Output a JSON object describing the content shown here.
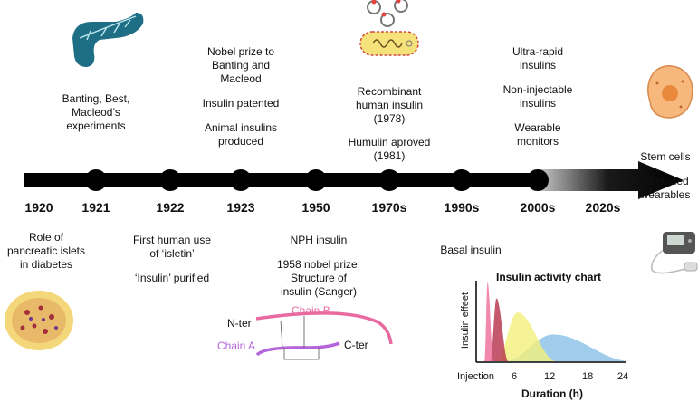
{
  "timeline": {
    "years": [
      "1920",
      "1921",
      "1922",
      "1923",
      "1950",
      "1970s",
      "1990s",
      "2000s",
      "2020s"
    ],
    "above": [
      {
        "year": "1921",
        "lines": [
          "Banting, Best,",
          "Macleod’s",
          "experiments"
        ]
      },
      {
        "year": "1923",
        "lines": [
          "Nobel prize to",
          "Banting and",
          "Macleod",
          "",
          "Insulin patented",
          "",
          "Animal insulins",
          "produced"
        ]
      },
      {
        "year": "1970s",
        "lines": [
          "Recombinant",
          "human insulin",
          "(1978)",
          "",
          "Humulin aproved",
          "(1981)"
        ]
      },
      {
        "year": "2000s",
        "lines": [
          "Ultra-rapid",
          "insulins",
          "",
          "Non-injectable",
          "insulins",
          "",
          "Wearable",
          "monitors"
        ]
      },
      {
        "year": "2020s",
        "lines": [
          "Stem cells",
          "",
          "AI-guided",
          "wearables"
        ]
      }
    ],
    "below": [
      {
        "year": "1920",
        "lines": [
          "Role of",
          "pancreatic islets",
          "in diabetes"
        ]
      },
      {
        "year": "1922",
        "lines": [
          "First human use",
          "of ‘isletin’",
          "",
          "‘Insulin’ purified"
        ]
      },
      {
        "year": "1950",
        "lines": [
          "NPH insulin",
          "",
          "1958 nobel prize:",
          "Structure of",
          "insulin (Sanger)"
        ]
      },
      {
        "year": "1990s",
        "lines": [
          "Basal insulin"
        ]
      }
    ]
  },
  "structure": {
    "chain_a": "Chain A",
    "chain_b": "Chain B",
    "n_ter": "N-ter",
    "c_ter": "C-ter"
  },
  "icons": [
    "pancreas-icon",
    "bacteria-plasmid-icon",
    "islet-cells-icon",
    "stem-cell-icon",
    "insulin-pump-icon"
  ],
  "colors": {
    "pancreas": "#1e6f86",
    "chain_a": "#b565d9",
    "chain_b": "#e86aa0",
    "rapid": "#f06a9a",
    "short": "#b5304a",
    "nph": "#f3f07a",
    "basal": "#8fc4e8"
  },
  "chart_data": {
    "type": "area",
    "title": "Insulin activity chart",
    "xlabel": "Duration (h)",
    "ylabel": "Insulin effeet",
    "x_ticks": [
      "Injection",
      "6",
      "12",
      "18",
      "24"
    ],
    "xlim": [
      0,
      24
    ],
    "series": [
      {
        "color": "#f06a9a",
        "peak_h": 1,
        "width_h": 1.5
      },
      {
        "color": "#b5304a",
        "peak_h": 2.5,
        "width_h": 3
      },
      {
        "color": "#f3f07a",
        "peak_h": 6,
        "width_h": 10
      },
      {
        "color": "#8fc4e8",
        "peak_h": 12,
        "width_h": 23
      }
    ]
  }
}
